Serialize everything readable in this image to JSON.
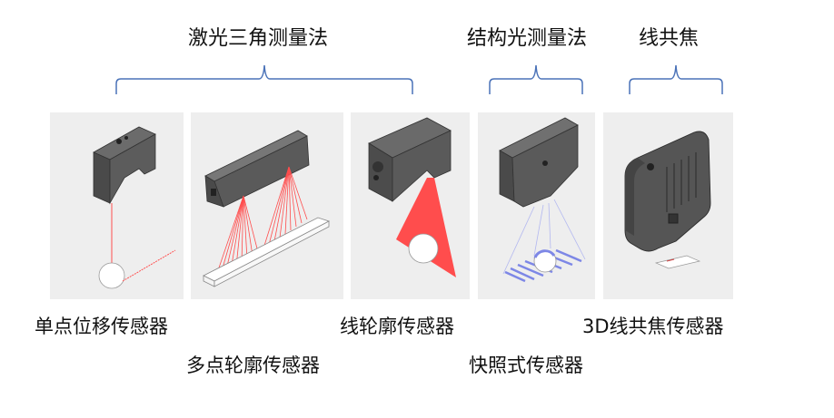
{
  "groups": [
    {
      "title": "激光三角测量法"
    },
    {
      "title": "结构光测量法"
    },
    {
      "title": "线共焦"
    }
  ],
  "sensors": [
    {
      "label": "单点位移传感器"
    },
    {
      "label": "多点轮廓传感器"
    },
    {
      "label": "线轮廓传感器"
    },
    {
      "label": "快照式传感器"
    },
    {
      "label": "3D线共焦传感器"
    }
  ],
  "colors": {
    "brace": "#4a72b8",
    "panel_bg": "#eeeeee",
    "laser_red": "#ff4d4d",
    "structured_light": "#8c96e6",
    "device_body": "#5a5a5a"
  }
}
